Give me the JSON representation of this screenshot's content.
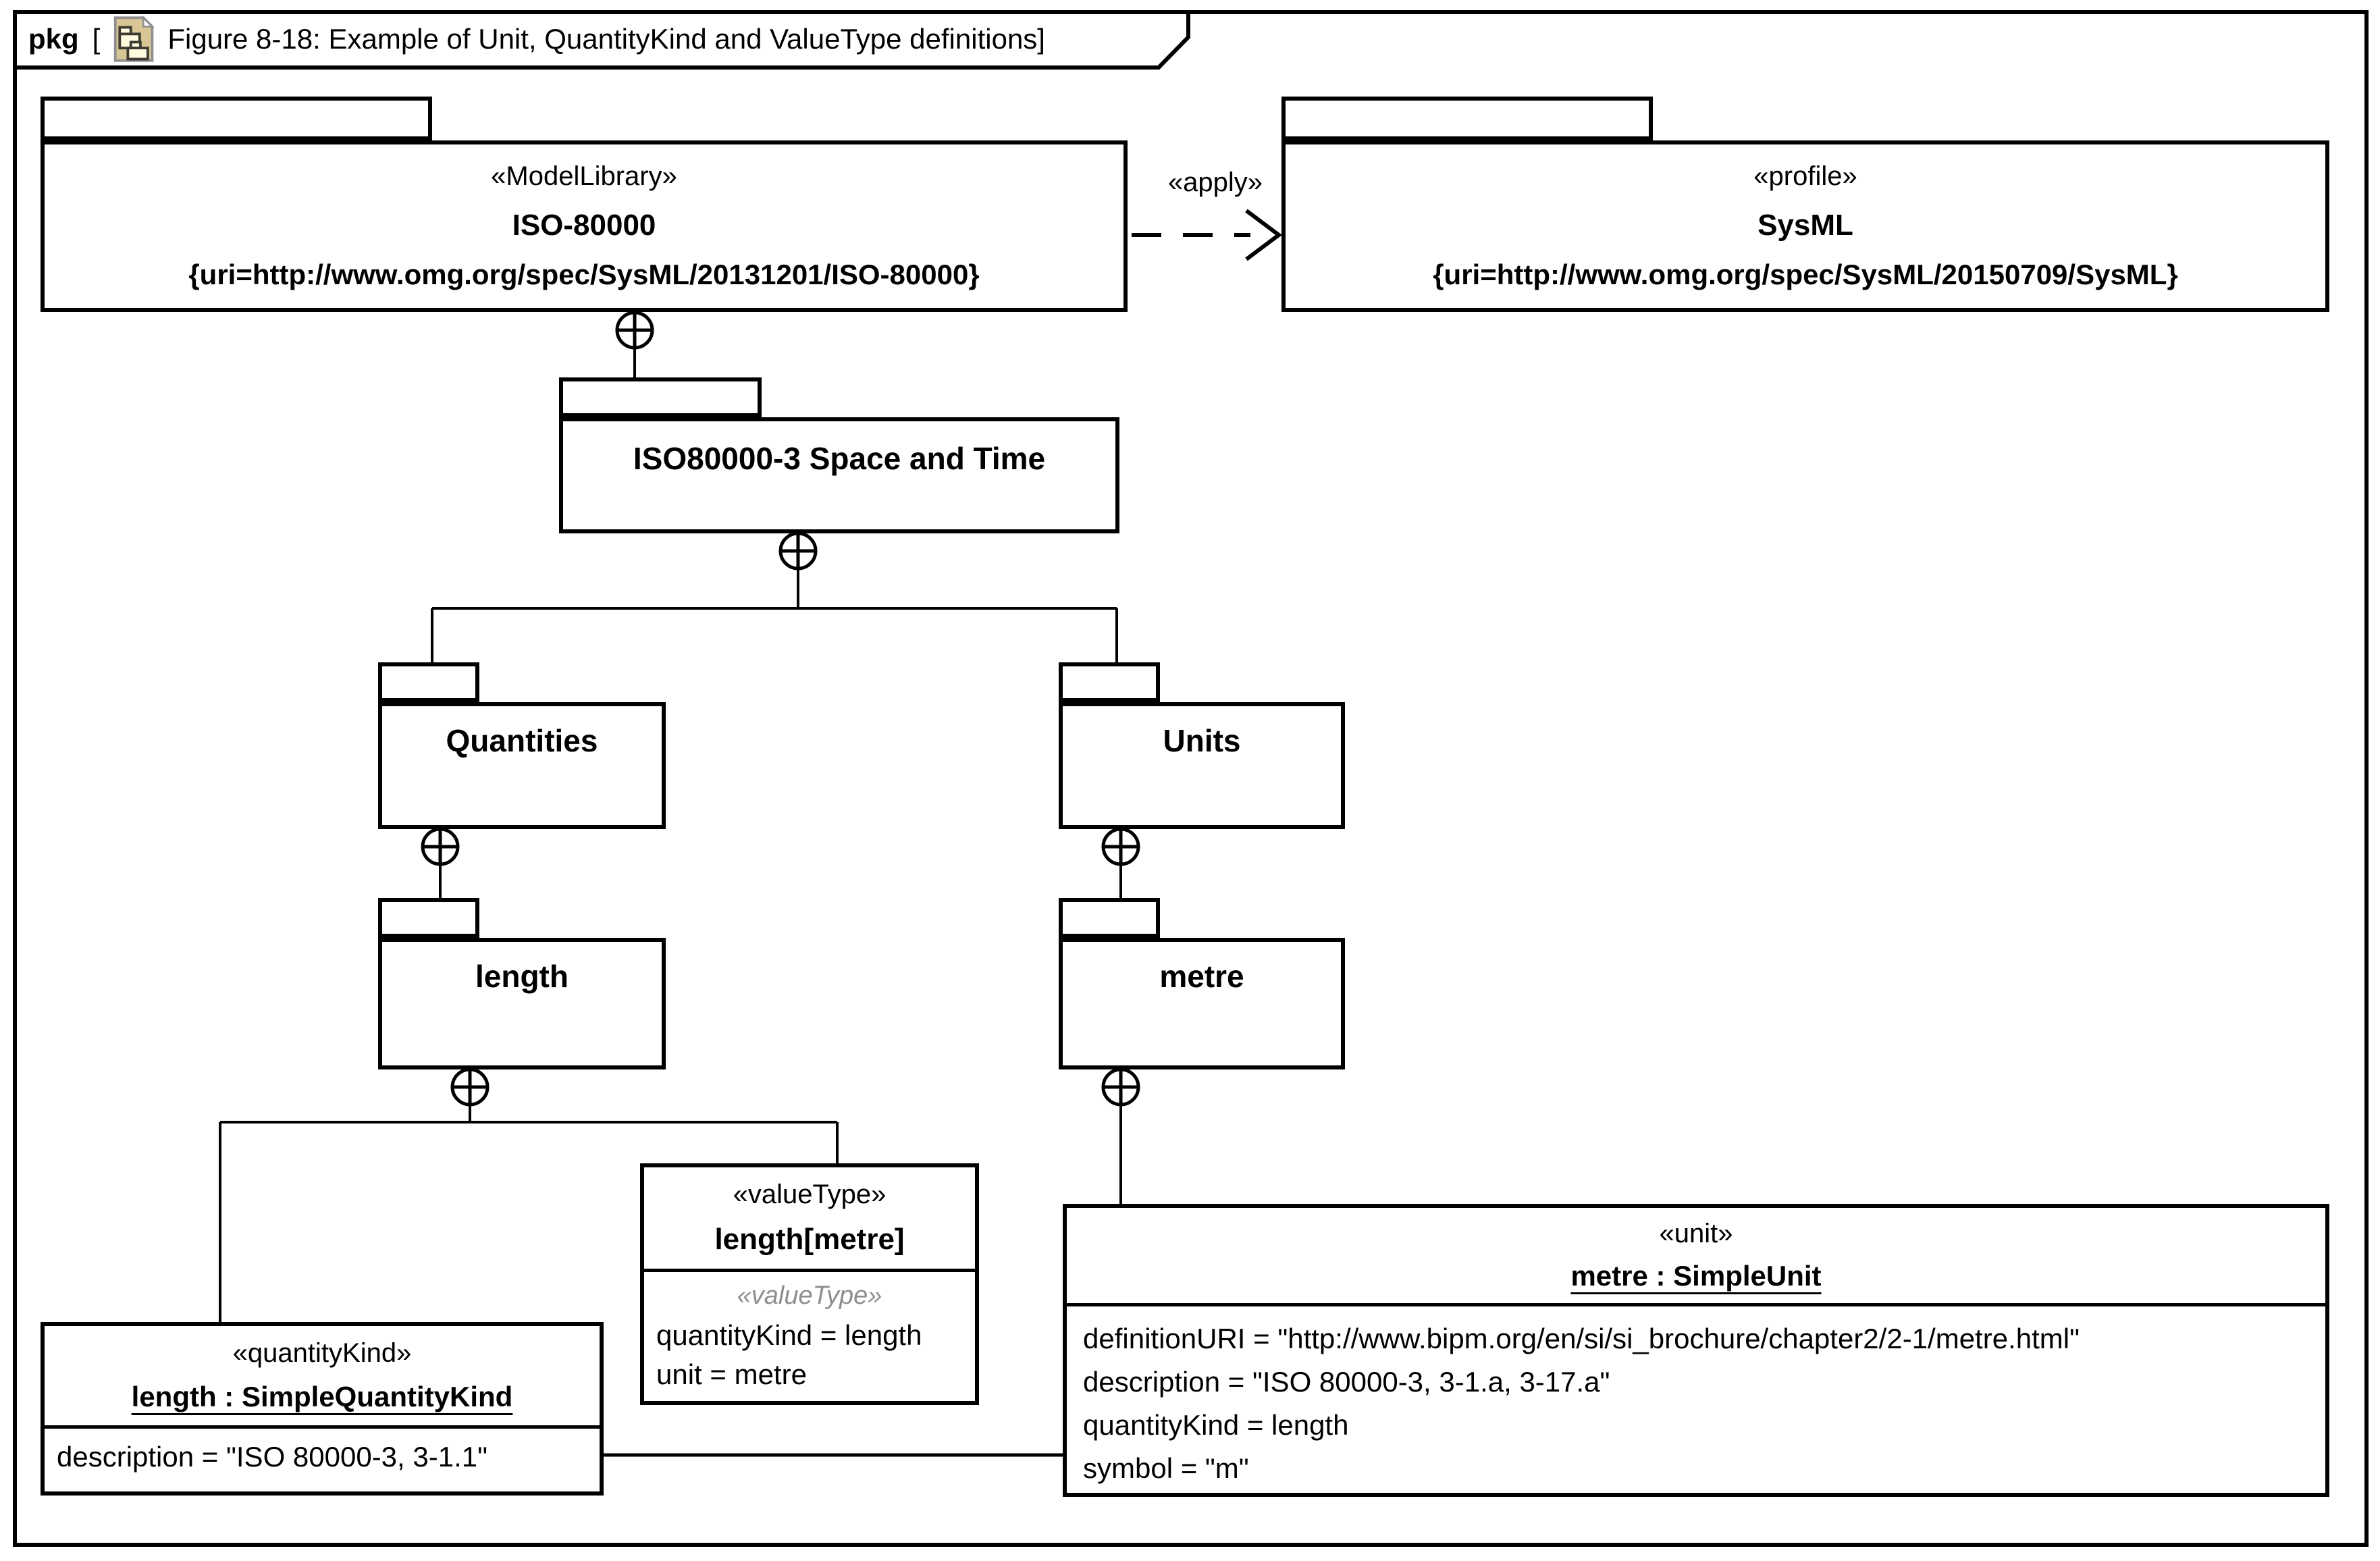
{
  "frame": {
    "kind_label": "pkg",
    "open_bracket": "[",
    "close_bracket": "]",
    "title": "Figure 8-18: Example of Unit, QuantityKind and ValueType definitions"
  },
  "apply_dependency": {
    "label": "«apply»"
  },
  "packages": {
    "iso80000": {
      "stereotype": "«ModelLibrary»",
      "name": "ISO-80000",
      "uri": "{uri=http://www.omg.org/spec/SysML/20131201/ISO-80000}"
    },
    "sysml": {
      "stereotype": "«profile»",
      "name": "SysML",
      "uri": "{uri=http://www.omg.org/spec/SysML/20150709/SysML}"
    },
    "space_and_time": {
      "name": "ISO80000-3 Space and Time"
    },
    "quantities": {
      "name": "Quantities"
    },
    "units": {
      "name": "Units"
    },
    "length": {
      "name": "length"
    },
    "metre": {
      "name": "metre"
    }
  },
  "value_type_box": {
    "stereotype": "«valueType»",
    "name": "length[metre]",
    "inner_stereotype": "«valueType»",
    "attributes": [
      "quantityKind = length",
      "unit = metre"
    ]
  },
  "quantity_kind_box": {
    "stereotype": "«quantityKind»",
    "name": "length : SimpleQuantityKind",
    "attributes": [
      "description = \"ISO 80000-3, 3-1.1\""
    ]
  },
  "unit_box": {
    "stereotype": "«unit»",
    "name": "metre : SimpleUnit",
    "attributes": [
      "definitionURI = \"http://www.bipm.org/en/si/si_brochure/chapter2/2-1/metre.html\"",
      "description = \"ISO 80000-3, 3-1.a, 3-17.a\"",
      "quantityKind = length",
      "symbol = \"m\""
    ]
  },
  "colors": {
    "line": "#000000",
    "muted_stereotype": "#8e8e8e",
    "icon_page_fill": "#d8c794",
    "icon_page_border": "#8f8f8f",
    "icon_glyph_fill": "#fffbdf",
    "icon_glyph_stroke": "#3c3a33"
  }
}
